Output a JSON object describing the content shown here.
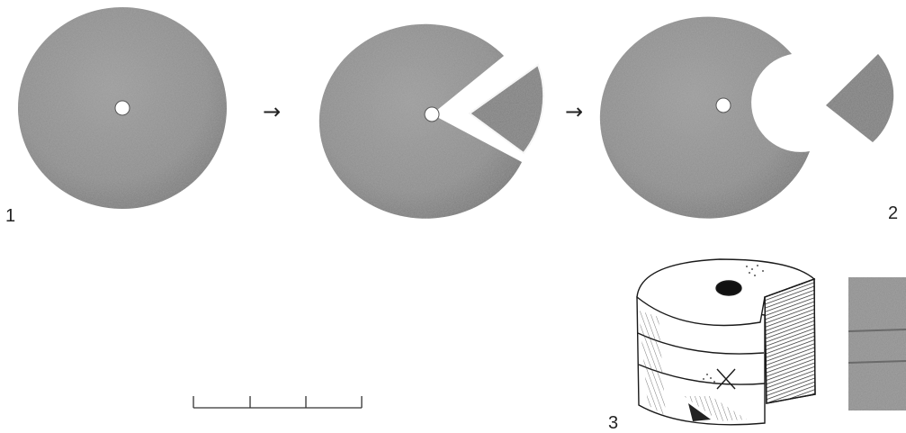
{
  "figure": {
    "labels": {
      "fig1": "1",
      "fig2": "2",
      "fig3": "3"
    },
    "arrow_glyph": "→",
    "stone_color": "#8c8c8c",
    "stone_dark": "#6e6e6e",
    "stone_light": "#a3a3a3",
    "scale_bar": {
      "segments": 3,
      "unlabeled": true
    }
  }
}
